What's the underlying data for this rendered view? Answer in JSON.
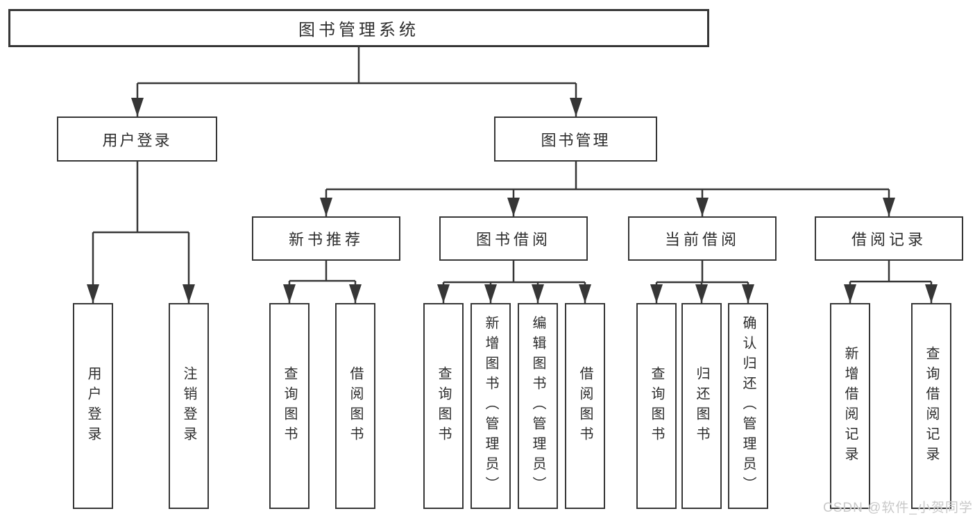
{
  "diagram": {
    "title": "图书管理系统",
    "tree": {
      "label": "图书管理系统",
      "children": [
        {
          "label": "用户登录",
          "children": [
            {
              "label": "用户登录"
            },
            {
              "label": "注销登录"
            }
          ]
        },
        {
          "label": "图书管理",
          "children": [
            {
              "label": "新书推荐",
              "children": [
                {
                  "label": "查询图书"
                },
                {
                  "label": "借阅图书"
                }
              ]
            },
            {
              "label": "图书借阅",
              "children": [
                {
                  "label": "查询图书"
                },
                {
                  "label": "新增图书（管理员）"
                },
                {
                  "label": "编辑图书（管理员）"
                },
                {
                  "label": "借阅图书"
                }
              ]
            },
            {
              "label": "当前借阅",
              "children": [
                {
                  "label": "查询图书"
                },
                {
                  "label": "归还图书"
                },
                {
                  "label": "确认归还（管理员）"
                }
              ]
            },
            {
              "label": "借阅记录",
              "children": [
                {
                  "label": "新增借阅记录"
                },
                {
                  "label": "查询借阅记录"
                }
              ]
            }
          ]
        }
      ]
    },
    "colors": {
      "line": "#363636",
      "box_border": "#363636",
      "text": "#2d2d2d",
      "background": "#ffffff",
      "watermark": "#c9c9c9"
    }
  },
  "watermark": {
    "text": "CSDN @软件_小贺同学"
  }
}
